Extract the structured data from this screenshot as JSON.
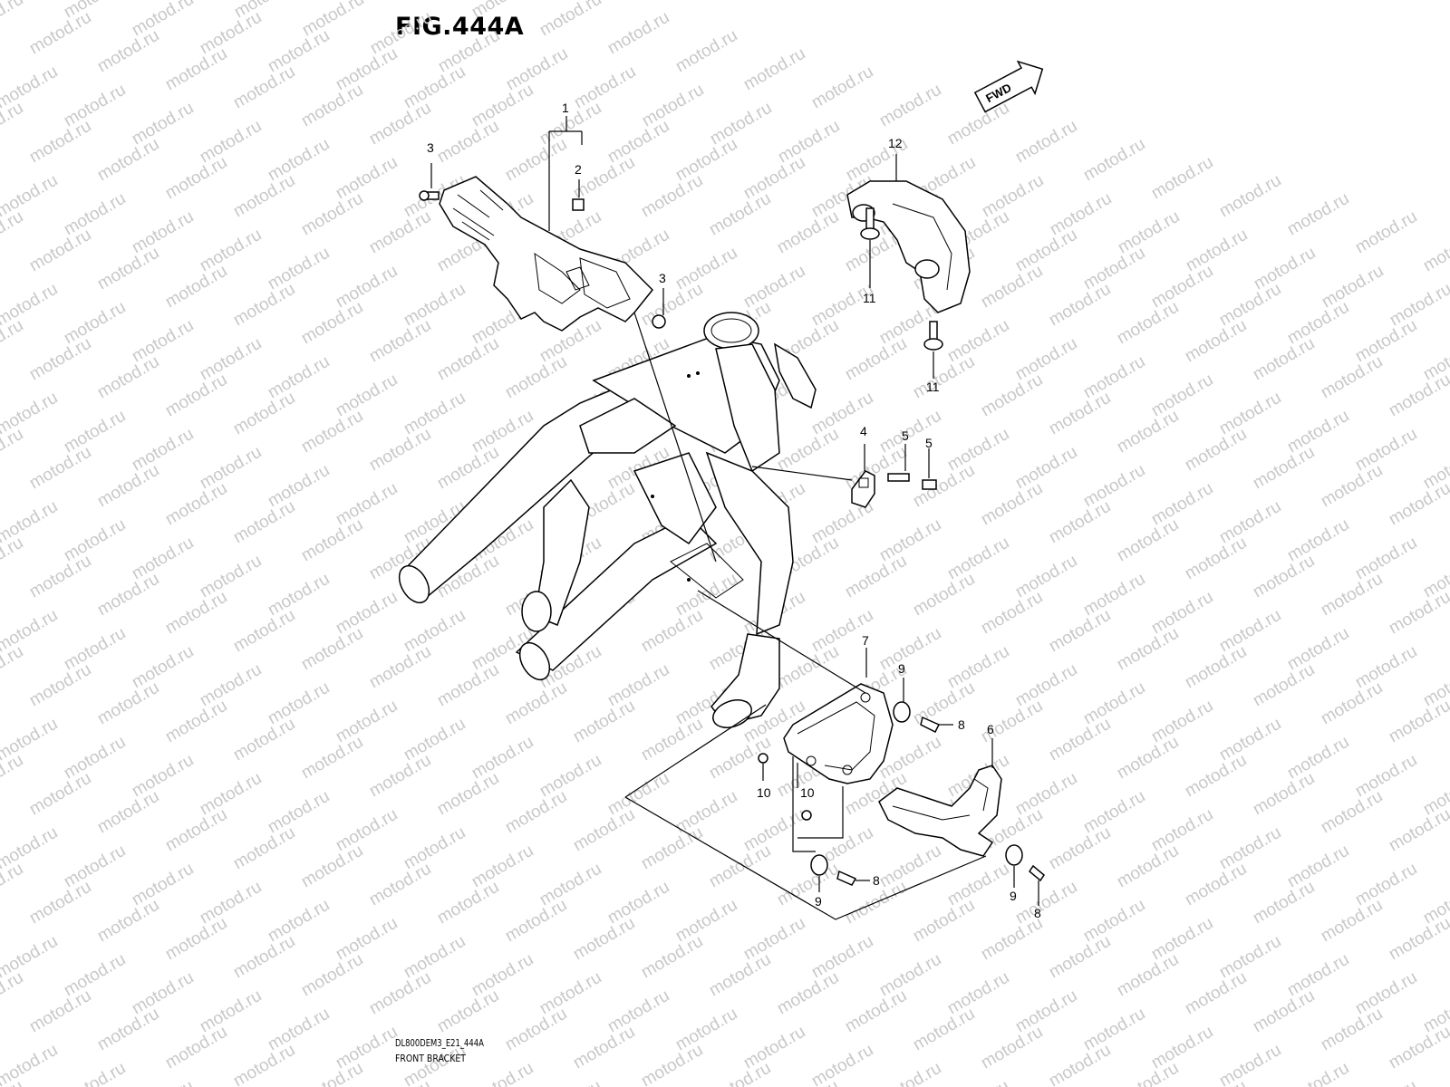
{
  "figure_title": "FIG.444A",
  "drawing_code": "DL800DEM3_E21_444A",
  "drawing_caption": "FRONT BRACKET",
  "direction_marker": "FWD",
  "watermark_text": "motod.ru",
  "callouts": [
    "1",
    "2",
    "3",
    "3",
    "12",
    "11",
    "11",
    "4",
    "5",
    "5",
    "7",
    "9",
    "8",
    "6",
    "10",
    "10",
    "9",
    "8",
    "9",
    "8"
  ]
}
